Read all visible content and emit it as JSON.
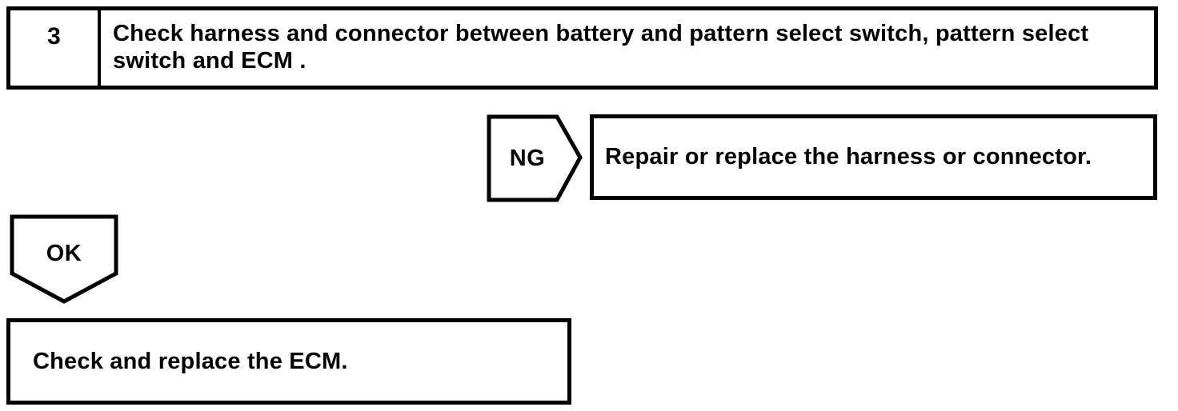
{
  "flowchart": {
    "step": {
      "number": "3",
      "instruction": "Check harness and connector between battery and pattern select switch, pattern select switch and ECM ."
    },
    "ng": {
      "label": "NG",
      "action": "Repair or replace the harness or connector."
    },
    "ok": {
      "label": "OK",
      "action": "Check and replace the ECM."
    }
  },
  "colors": {
    "ink": "#000000",
    "paper": "#ffffff"
  }
}
